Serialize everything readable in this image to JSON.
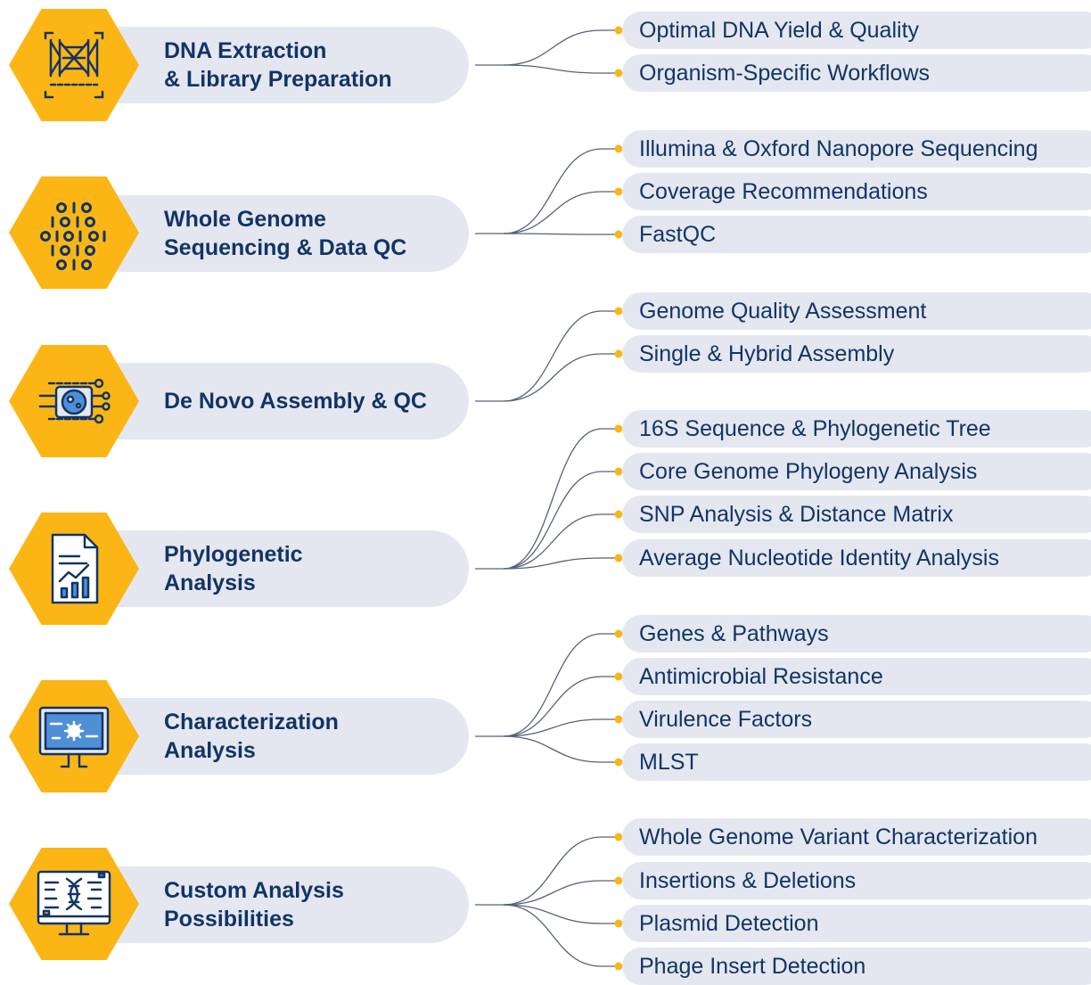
{
  "colors": {
    "accent": "#fbb616",
    "text": "#123466",
    "pill": "#e4e7ef",
    "line": "#56607a"
  },
  "stages": [
    {
      "title": "DNA Extraction\n& Library Preparation",
      "icon": "dna-scan-icon",
      "items": [
        "Optimal DNA Yield & Quality",
        "Organism-Specific Workflows"
      ]
    },
    {
      "title": "Whole Genome\nSequencing & Data QC",
      "icon": "binary-hexagon-icon",
      "items": [
        "Illumina & Oxford Nanopore Sequencing",
        "Coverage Recommendations",
        "FastQC"
      ]
    },
    {
      "title": "De Novo Assembly & QC",
      "icon": "circuit-chip-icon",
      "items": [
        "Genome Quality Assessment",
        "Single & Hybrid Assembly"
      ]
    },
    {
      "title": "Phylogenetic\nAnalysis",
      "icon": "report-chart-icon",
      "items": [
        "16S Sequence & Phylogenetic Tree",
        "Core Genome Phylogeny Analysis",
        "SNP Analysis & Distance Matrix",
        "Average Nucleotide Identity Analysis"
      ]
    },
    {
      "title": "Characterization\nAnalysis",
      "icon": "monitor-microbe-icon",
      "items": [
        "Genes & Pathways",
        "Antimicrobial Resistance",
        "Virulence Factors",
        "MLST"
      ]
    },
    {
      "title": "Custom Analysis\nPossibilities",
      "icon": "monitor-dna-icon",
      "items": [
        "Whole Genome Variant Characterization",
        "Insertions & Deletions",
        "Plasmid Detection",
        "Phage Insert Detection"
      ]
    }
  ]
}
